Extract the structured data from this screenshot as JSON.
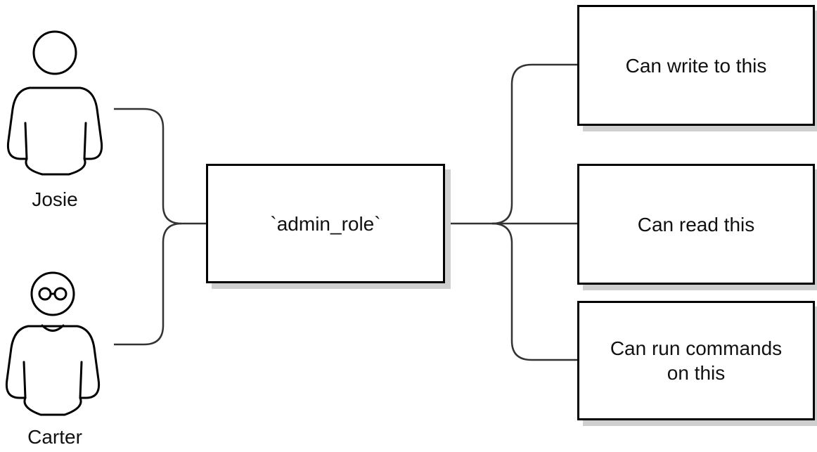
{
  "users": [
    {
      "name": "Josie",
      "icon": "person-icon"
    },
    {
      "name": "Carter",
      "icon": "person-with-glasses-icon"
    }
  ],
  "role": {
    "label": "`admin_role`"
  },
  "permissions": [
    {
      "label": "Can write to this"
    },
    {
      "label": "Can read this"
    },
    {
      "label": "Can run commands\non this"
    }
  ],
  "colors": {
    "stroke": "#000000",
    "shadow": "#cfcfcf",
    "connector": "#333333"
  }
}
